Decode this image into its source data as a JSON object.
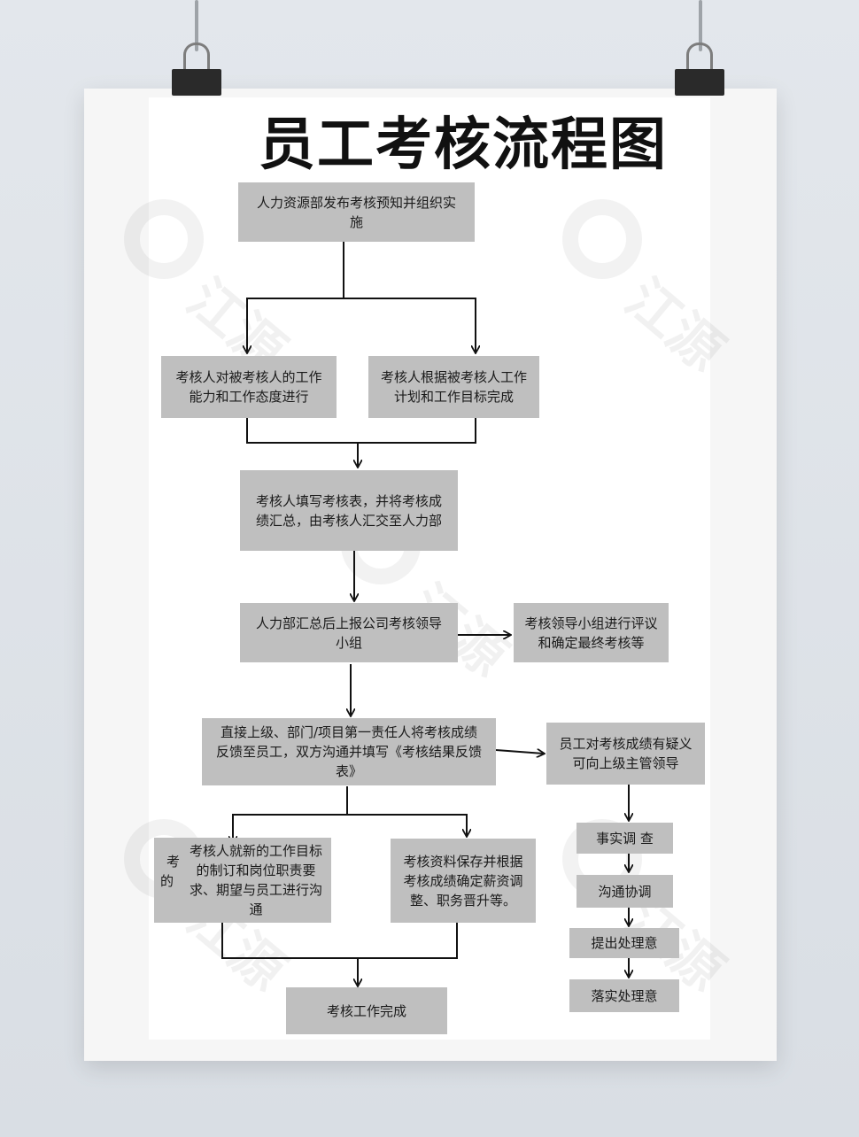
{
  "title": "员工考核流程图",
  "watermark": "江源",
  "nodes": {
    "n1": "人力资源部发布考核预知并组织实施",
    "n2": "考核人对被考核人的工作能力和工作态度进行",
    "n3": "考核人根据被考核人工作计划和工作目标完成",
    "n4": "考核人填写考核表，并将考核成绩汇总，由考核人汇交至人力部",
    "n5": "人力部汇总后上报公司考核领导小组",
    "n6": "考核领导小组进行评议和确定最终考核等",
    "n7": "直接上级、部门/项目第一责任人将考核成绩反馈至员工，双方沟通并填写《考核结果反馈表》",
    "n8": "员工对考核成绩有疑义可向上级主管领导",
    "n9": "考核人就新的工作目标的制订和岗位职责要求、期望与员工进行沟通",
    "n10": "考核资料保存并根据考核成绩确定薪资调整、职务晋升等。",
    "n11": "事实调 查",
    "n12": "沟通协调",
    "n13": "提出处理意",
    "n14": "落实处理意",
    "n15": "考核工作完成"
  },
  "stray_text": [
    "考",
    "的",
    ""
  ],
  "colors": {
    "box_fill": "#bfbfbf",
    "line": "#111111",
    "background": "#dfe3e8",
    "clip": "#2a2a2a"
  }
}
